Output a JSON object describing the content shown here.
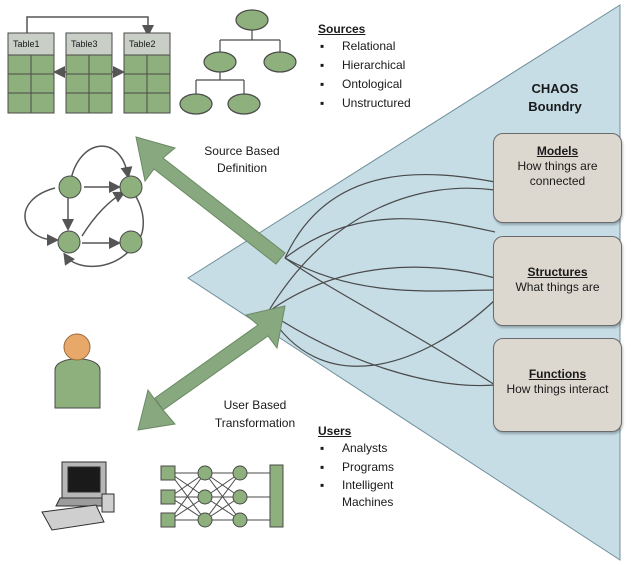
{
  "tables": [
    "Table1",
    "Table3",
    "Table2"
  ],
  "sources": {
    "heading": "Sources",
    "items": [
      "Relational",
      "Hierarchical",
      "Ontological",
      "Unstructured"
    ]
  },
  "chaos": {
    "line1": "CHAOS",
    "line2": "Boundry"
  },
  "arrows": {
    "source_line1": "Source Based",
    "source_line2": "Definition",
    "user_line1": "User Based",
    "user_line2": "Transformation"
  },
  "boxes": [
    {
      "title": "Models",
      "line1": "How things are",
      "line2": "connected"
    },
    {
      "title": "Structures",
      "line1": "What things are",
      "line2": ""
    },
    {
      "title": "Functions",
      "line1": "How things interact",
      "line2": ""
    }
  ],
  "users": {
    "heading": "Users",
    "items": [
      "Analysts",
      "Programs",
      "Intelligent",
      "Machines"
    ]
  },
  "colors": {
    "green_fill": "#8db07c",
    "green_dark": "#4d7a45",
    "arrow_fill": "#88a880",
    "chaos_fill": "#c6dde6",
    "box_fill": "#ddd8cf"
  }
}
